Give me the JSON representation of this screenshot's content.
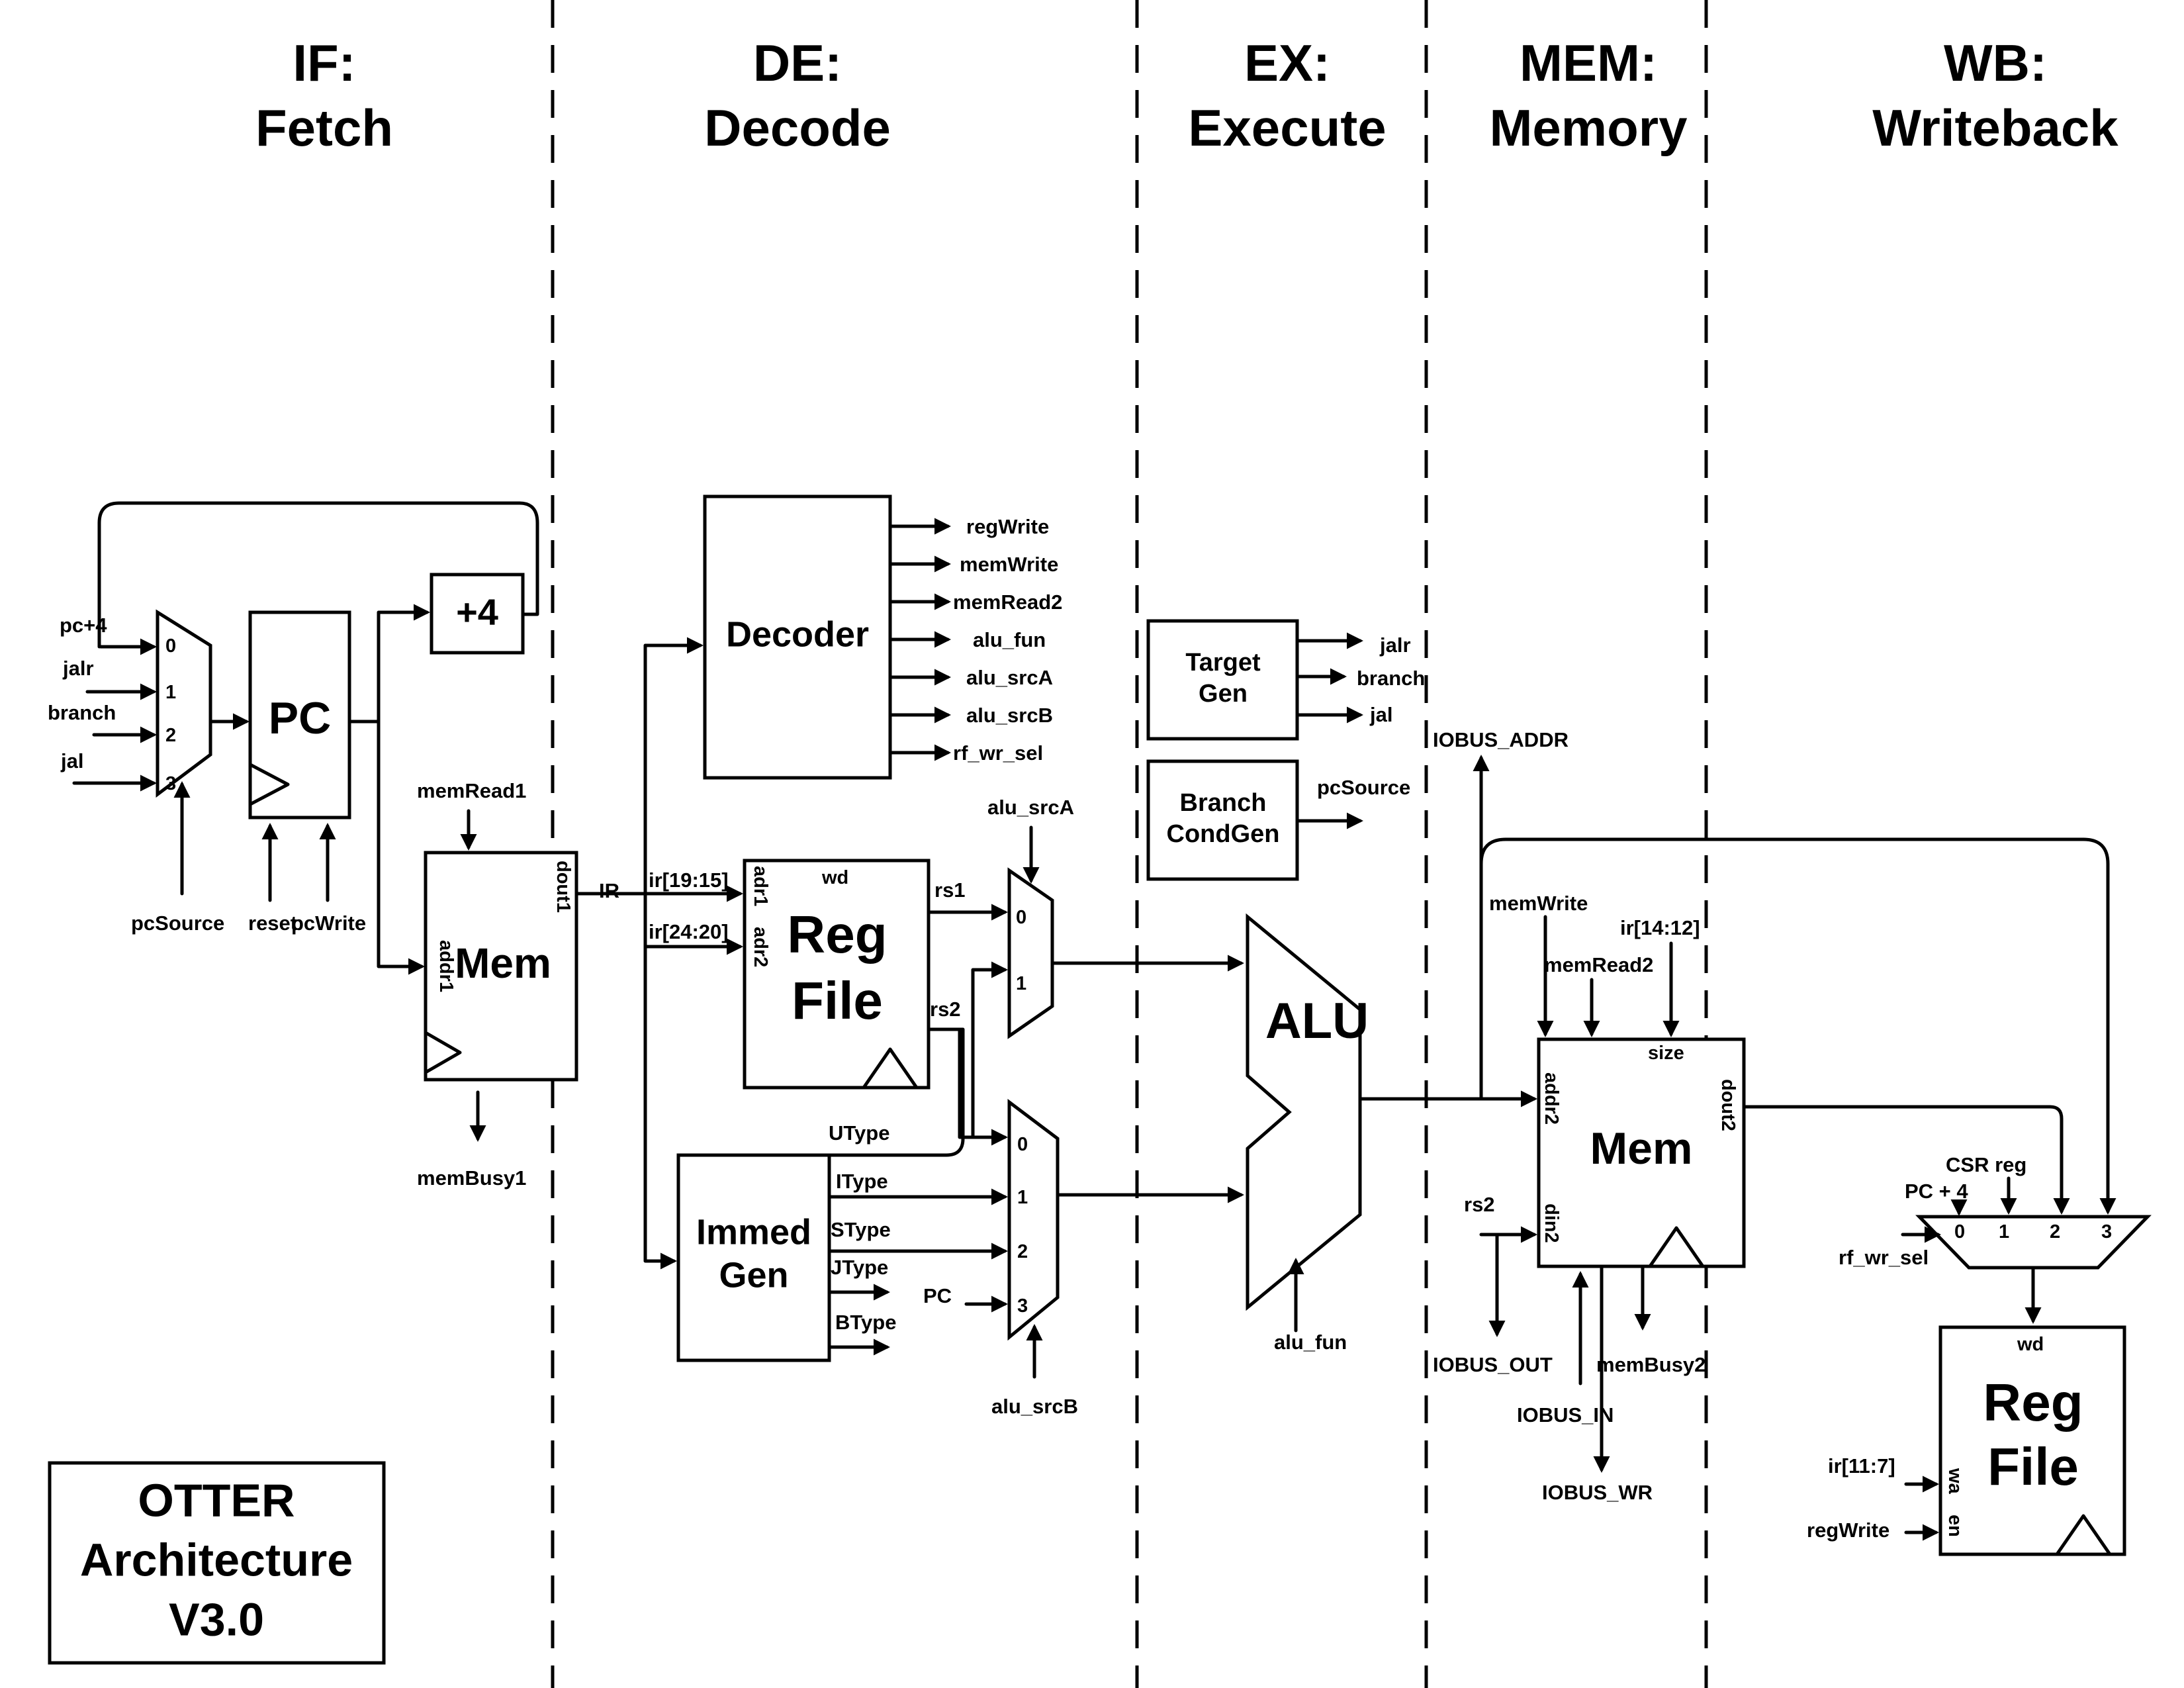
{
  "stages": [
    {
      "abbr": "IF:",
      "name": "Fetch"
    },
    {
      "abbr": "DE:",
      "name": "Decode"
    },
    {
      "abbr": "EX:",
      "name": "Execute"
    },
    {
      "abbr": "MEM:",
      "name": "Memory"
    },
    {
      "abbr": "WB:",
      "name": "Writeback"
    }
  ],
  "fetch": {
    "pc_mux_inputs": [
      "pc+4",
      "jalr",
      "branch",
      "jal"
    ],
    "pc_mux_ports": [
      "0",
      "1",
      "2",
      "3"
    ],
    "pc_label": "PC",
    "plus4_label": "+4",
    "pc_source": "pcSource",
    "reset": "reset",
    "pc_write": "pcWrite",
    "mem_read1": "memRead1",
    "mem_label": "Mem",
    "addr1": "addr1",
    "dout1": "dout1",
    "mem_busy1": "memBusy1",
    "ir": "IR"
  },
  "decode": {
    "decoder_label": "Decoder",
    "decoder_outputs": [
      "regWrite",
      "memWrite",
      "memRead2",
      "alu_fun",
      "alu_srcA",
      "alu_srcB",
      "rf_wr_sel"
    ],
    "ir_rs1": "ir[19:15]",
    "ir_rs2": "ir[24:20]",
    "rf_line1": "Reg",
    "rf_line2": "File",
    "adr1": "adr1",
    "adr2": "adr2",
    "wd": "wd",
    "rs1": "rs1",
    "rs2": "rs2",
    "immed_line1": "Immed",
    "immed_line2": "Gen",
    "imm_outputs": [
      "UType",
      "IType",
      "SType",
      "JType",
      "BType"
    ],
    "src_a_sel": "alu_srcA",
    "src_a_ports": [
      "0",
      "1"
    ],
    "src_b_sel": "alu_srcB",
    "src_b_ports": [
      "0",
      "1",
      "2",
      "3"
    ],
    "pc_in": "PC"
  },
  "execute": {
    "target_line1": "Target",
    "target_line2": "Gen",
    "target_outputs": [
      "jalr",
      "branch",
      "jal"
    ],
    "branch_line1": "Branch",
    "branch_line2": "CondGen",
    "branch_output": "pcSource",
    "alu_label": "ALU",
    "alu_fun": "alu_fun"
  },
  "memory": {
    "iobus_addr": "IOBUS_ADDR",
    "mem_write": "memWrite",
    "mem_read2": "memRead2",
    "ir_size": "ir[14:12]",
    "size": "size",
    "addr2": "addr2",
    "din2": "din2",
    "dout2": "dout2",
    "mem_label": "Mem",
    "rs2": "rs2",
    "iobus_out": "IOBUS_OUT",
    "iobus_in": "IOBUS_IN",
    "iobus_wr": "IOBUS_WR",
    "mem_busy2": "memBusy2"
  },
  "writeback": {
    "csr_reg": "CSR reg",
    "pc4": "PC + 4",
    "mux_ports": [
      "0",
      "1",
      "2",
      "3"
    ],
    "rf_wr_sel": "rf_wr_sel",
    "wd": "wd",
    "rf_line1": "Reg",
    "rf_line2": "File",
    "ir_wa": "ir[11:7]",
    "wa": "wa",
    "en": "en",
    "reg_write": "regWrite"
  },
  "title": {
    "line1": "OTTER",
    "line2": "Architecture",
    "line3": "V3.0"
  }
}
